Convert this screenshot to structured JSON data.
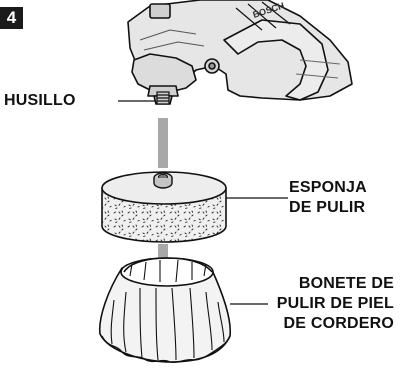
{
  "figure": {
    "number": "4"
  },
  "tool": {
    "brand_text": "BOSCH"
  },
  "labels": {
    "spindle": "HUSILLO",
    "sponge": [
      "ESPONJA",
      "DE PULIR"
    ],
    "bonnet": [
      "BONETE DE",
      "PULIR DE PIEL",
      "DE CORDERO"
    ]
  },
  "colors": {
    "ink": "#111111",
    "tool_gray": "#e3e3e3",
    "shaft_gray": "#a8a8a8",
    "sponge_fill": "#ededed",
    "bonnet_fill": "#f2f2f2"
  }
}
